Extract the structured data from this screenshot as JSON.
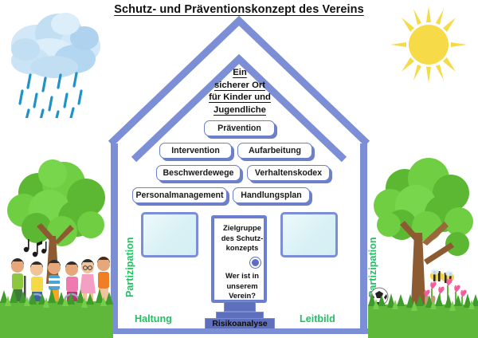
{
  "title": "Schutz- und Präventionskonzept des Vereins ",
  "roof": {
    "line1": "Ein ",
    "line2": "sicherer Ort ",
    "line3": "für Kinder und ",
    "line4": "Jugendliche "
  },
  "pills": [
    {
      "label": "Prävention",
      "name": "pill-praevention"
    },
    {
      "label": "Intervention",
      "name": "pill-intervention"
    },
    {
      "label": "Aufarbeitung",
      "name": "pill-aufarbeitung"
    },
    {
      "label": "Beschwerdewege",
      "name": "pill-beschwerdewege"
    },
    {
      "label": "Verhaltenskodex",
      "name": "pill-verhaltenskodex"
    },
    {
      "label": "Personalmanagement",
      "name": "pill-personalmanagement"
    },
    {
      "label": "Handlungsplan",
      "name": "pill-handlungsplan"
    }
  ],
  "door": {
    "top_line1": "Zielgruppe",
    "top_line2": "des Schutz-",
    "top_line3": "konzepts",
    "bottom_line1": "Wer ist in",
    "bottom_line2": "unserem",
    "bottom_line3": "Verein?"
  },
  "foundation": {
    "label": "Risikoanalyse"
  },
  "labels": {
    "haltung": "Haltung",
    "leitbild": "Leitbild",
    "partizipation_left": "Partizipation",
    "partizipation_right": "Partizipation"
  },
  "icons": {
    "cloud": "rain-cloud-icon",
    "sun": "sun-icon",
    "scene_left": "children-under-tree-illustration",
    "scene_right": "tree-meadow-illustration"
  },
  "colors": {
    "wall": "#7b8ed6",
    "roof": "#7b8ed6",
    "pill_border": "#6b80c9",
    "foundation": "#5e6fbe",
    "green_text": "#21c063",
    "window_fill": "#d9f1f5",
    "sun": "#f7da48",
    "cloud": "#bcdcf3",
    "rain": "#2196c9",
    "grass": "#4faa33",
    "leaf": "#63bf3d",
    "trunk": "#8d5b32"
  }
}
